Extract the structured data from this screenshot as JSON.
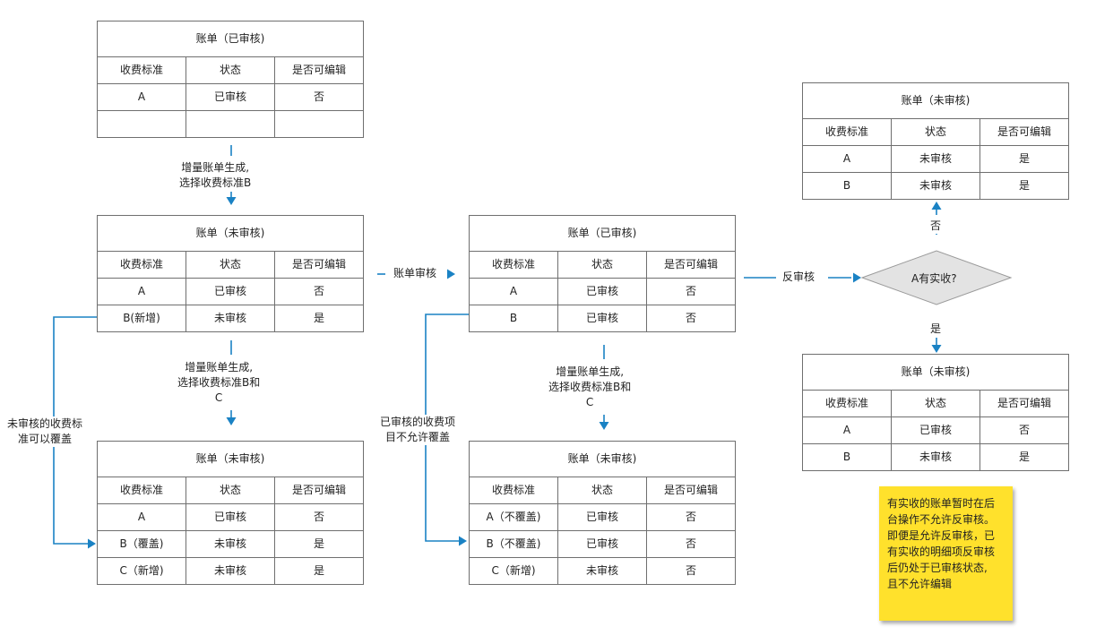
{
  "headers": {
    "c1": "收费标准",
    "c2": "状态",
    "c3": "是否可编辑"
  },
  "colors": {
    "arrow": "#1a82c4",
    "border": "#6f6f6f",
    "diamond_fill": "#e3e3e3",
    "note_bg": "#ffe12c"
  },
  "t1": {
    "title": "账单（已审核)",
    "rows": [
      [
        "A",
        "已审核",
        "否"
      ],
      [
        "",
        "",
        ""
      ]
    ]
  },
  "t2": {
    "title": "账单（未审核)",
    "rows": [
      [
        "A",
        "已审核",
        "否"
      ],
      [
        "B(新增)",
        "未审核",
        "是"
      ]
    ]
  },
  "t3": {
    "title": "账单（未审核)",
    "rows": [
      [
        "A",
        "已审核",
        "否"
      ],
      [
        "B（覆盖)",
        "未审核",
        "是"
      ],
      [
        "C（新增)",
        "未审核",
        "是"
      ]
    ]
  },
  "t4": {
    "title": "账单（已审核)",
    "rows": [
      [
        "A",
        "已审核",
        "否"
      ],
      [
        "B",
        "已审核",
        "否"
      ]
    ]
  },
  "t5": {
    "title": "账单（未审核)",
    "rows": [
      [
        "A（不覆盖)",
        "已审核",
        "否"
      ],
      [
        "B（不覆盖)",
        "已审核",
        "否"
      ],
      [
        "C（新增)",
        "未审核",
        "否"
      ]
    ]
  },
  "t6": {
    "title": "账单（未审核)",
    "rows": [
      [
        "A",
        "未审核",
        "是"
      ],
      [
        "B",
        "未审核",
        "是"
      ]
    ]
  },
  "t7": {
    "title": "账单（未审核)",
    "rows": [
      [
        "A",
        "已审核",
        "否"
      ],
      [
        "B",
        "未审核",
        "是"
      ]
    ]
  },
  "labels": {
    "gen_b": [
      "增量账单生成,",
      "选择收费标准B"
    ],
    "gen_bc_left": [
      "增量账单生成,",
      "选择收费标准B和",
      "C"
    ],
    "gen_bc_right": [
      "增量账单生成,",
      "选择收费标准B和",
      "C"
    ],
    "unreviewed_overwrite": [
      "未审核的收费标",
      "准可以覆盖"
    ],
    "reviewed_no_overwrite": [
      "已审核的收费项",
      "目不允许覆盖"
    ],
    "bill_review": "账单审核",
    "reverse_review": "反审核",
    "diamond": "A有实收?",
    "no": "否",
    "yes": "是"
  },
  "note": [
    "有实收的账单暂时在后",
    "台操作不允许反审核。",
    "即便是允许反审核，已",
    "有实收的明细项反审核",
    "后仍处于已审核状态,",
    "且不允许编辑"
  ]
}
